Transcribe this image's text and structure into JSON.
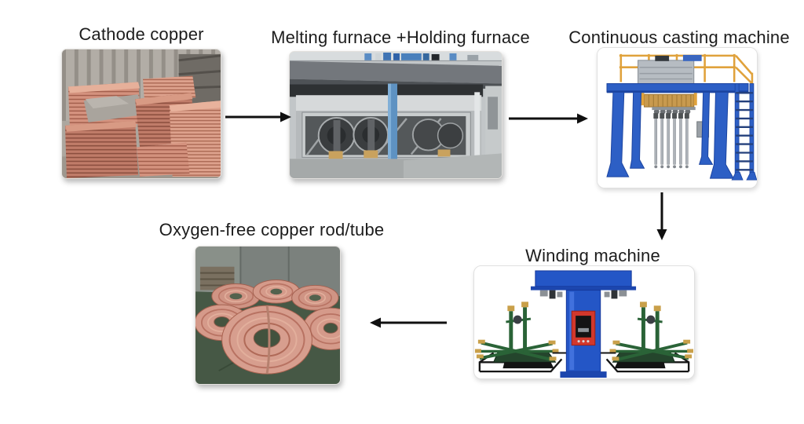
{
  "diagram": {
    "steps": [
      {
        "label": "Cathode copper",
        "kind": "photo"
      },
      {
        "label": "Melting furnace +Holding furnace",
        "kind": "photo"
      },
      {
        "label": "Continuous casting machine",
        "kind": "illustration"
      },
      {
        "label": "Winding machine",
        "kind": "illustration"
      },
      {
        "label": "Oxygen-free copper rod/tube",
        "kind": "photo"
      }
    ],
    "arrows": [
      {
        "from": "Cathode copper",
        "to": "Melting furnace +Holding furnace",
        "direction": "right"
      },
      {
        "from": "Melting furnace +Holding furnace",
        "to": "Continuous casting machine",
        "direction": "right"
      },
      {
        "from": "Continuous casting machine",
        "to": "Winding machine",
        "direction": "down"
      },
      {
        "from": "Winding machine",
        "to": "Oxygen-free copper rod/tube",
        "direction": "left"
      }
    ],
    "colors": {
      "arrow": "#101010",
      "label_text": "#1c1c1c",
      "machine_blue": "#2d5fc5",
      "railing_orange": "#e0a23c",
      "winder_green": "#2a6337",
      "panel_red": "#d2382c",
      "copper": "#d49a8a"
    }
  }
}
